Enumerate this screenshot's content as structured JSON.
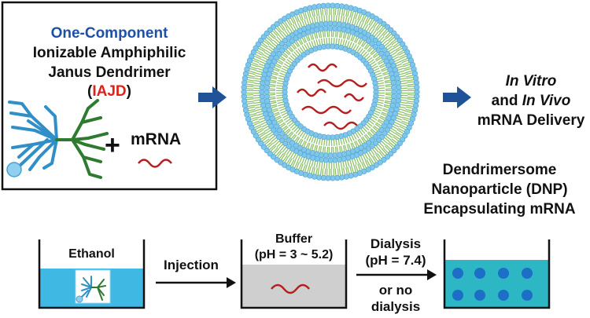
{
  "panel": {
    "title": "One-Component",
    "line2": "Ionizable Amphiphilic",
    "line3": "Janus Dendrimer",
    "abbr_open": "(",
    "abbr": "IAJD",
    "abbr_close": ")",
    "plus": "+",
    "mrna": "mRNA"
  },
  "outcome": {
    "line1": "In Vitro",
    "line2_and": "and ",
    "line2_vivo": "In Vivo",
    "line3": "mRNA Delivery"
  },
  "dnp_caption": {
    "line1": "Dendrimersome",
    "line2": "Nanoparticle (DNP)",
    "line3": "Encapsulating mRNA"
  },
  "process": {
    "beaker1_label": "Ethanol",
    "arrow1_label": "Injection",
    "beaker2_label1": "Buffer",
    "beaker2_label2": "(pH = 3 ~ 5.2)",
    "arrow2_label1": "Dialysis",
    "arrow2_label2": "(pH = 7.4)",
    "arrow2_label3": "or no",
    "arrow2_label4": "dialysis"
  },
  "colors": {
    "title_blue": "#1f4fa6",
    "abbr_red": "#e0201a",
    "arrow_blue": "#1f5296",
    "dendron_blue": "#2f8fc6",
    "dendron_green": "#2e7a2e",
    "head_ball": "#7fc6ea",
    "tail_green": "#8ec26a",
    "mrna_red": "#b5201f",
    "ethanol_fill": "#3fb8e3",
    "buffer_fill": "#cfcfcf",
    "final_fill": "#2db6c4",
    "dnp_dot": "#1d6ec7"
  }
}
